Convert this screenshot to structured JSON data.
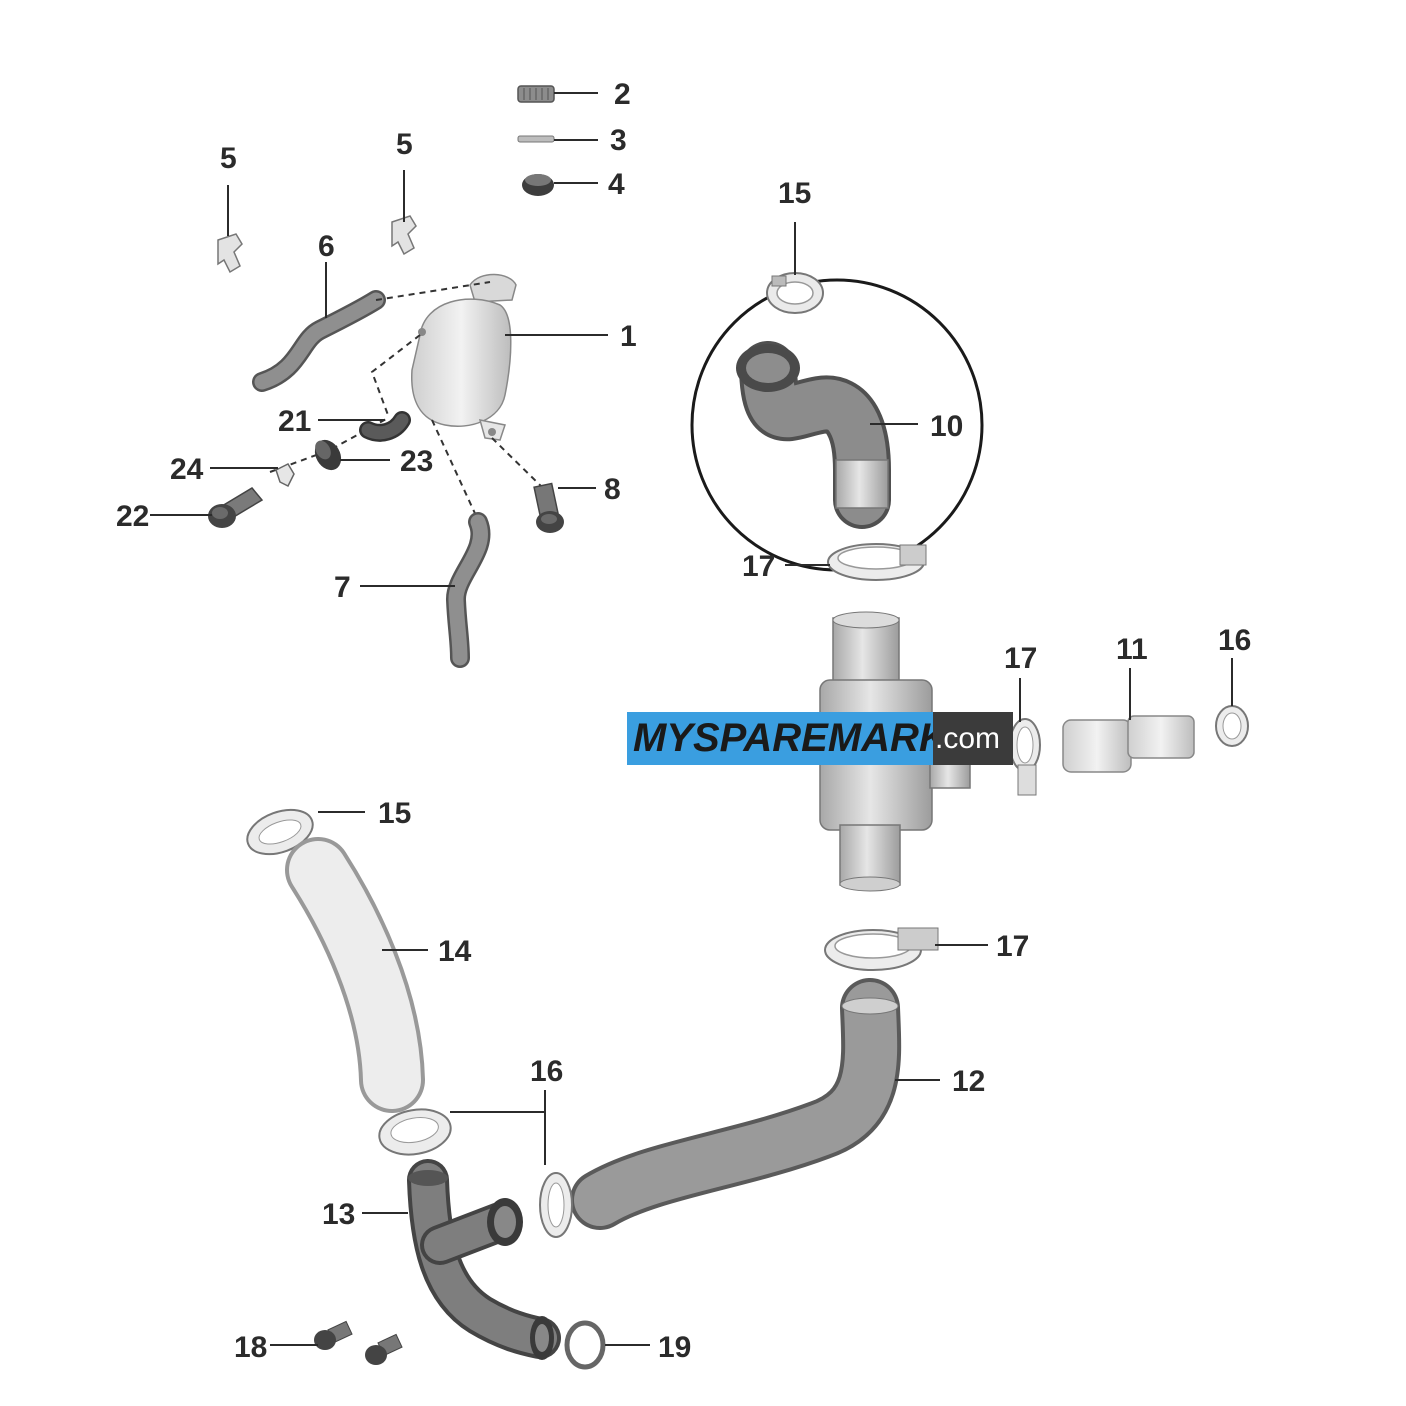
{
  "callouts": {
    "c1": "1",
    "c2": "2",
    "c3": "3",
    "c4": "4",
    "c5a": "5",
    "c5b": "5",
    "c6": "6",
    "c7": "7",
    "c8": "8",
    "c10": "10",
    "c11": "11",
    "c12": "12",
    "c13": "13",
    "c14": "14",
    "c15a": "15",
    "c15b": "15",
    "c16a": "16",
    "c16b": "16",
    "c17a": "17",
    "c17b": "17",
    "c17c": "17",
    "c18": "18",
    "c19": "19",
    "c21": "21",
    "c22": "22",
    "c23": "23",
    "c24": "24"
  },
  "watermark": {
    "brand": "MYSPAREMARKET",
    "suffix": ".com",
    "colors": {
      "blue": "#3a9ee0",
      "dark": "#3b3b3b"
    }
  },
  "colors": {
    "hose": "#8a8a8a",
    "hose_light": "#d8d8d8",
    "metal": "#b9b9b9",
    "dark": "#5a5a5a"
  }
}
